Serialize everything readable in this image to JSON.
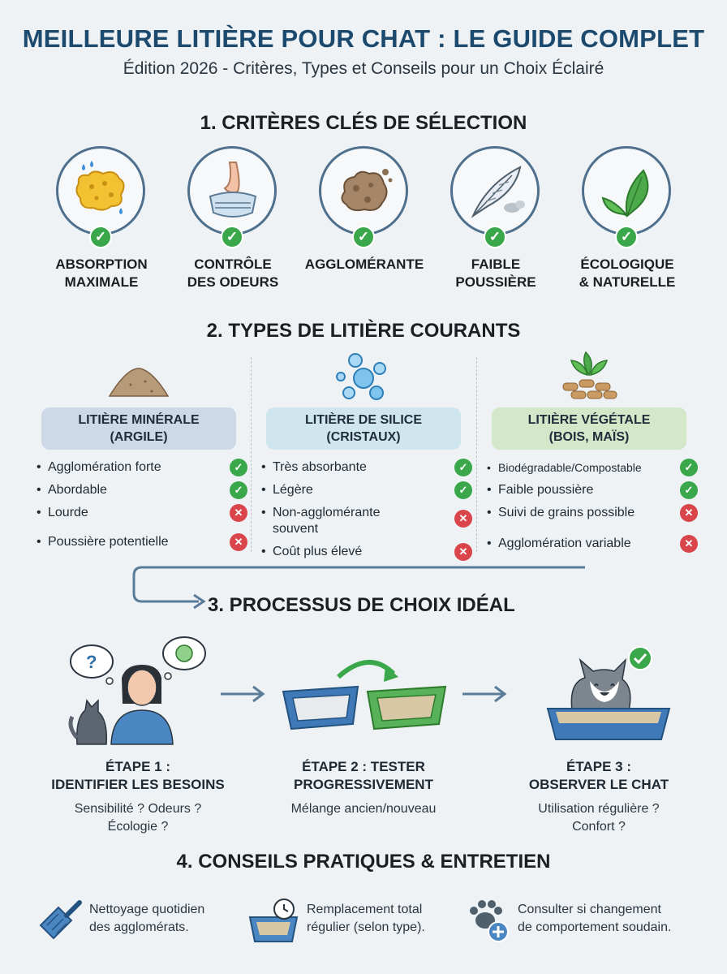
{
  "header": {
    "title": "MEILLEURE LITIÈRE POUR CHAT : LE GUIDE COMPLET",
    "subtitle": "Édition 2026 - Critères, Types et Conseils pour un Choix Éclairé"
  },
  "sections": {
    "criteria_title": "1. CRITÈRES CLÉS DE SÉLECTION",
    "types_title": "2. TYPES DE LITIÈRE COURANTS",
    "process_title": "3. PROCESSUS DE CHOIX IDÉAL",
    "tips_title": "4. CONSEILS PRATIQUES & ENTRETIEN"
  },
  "criteria": [
    {
      "line1": "ABSORPTION",
      "line2": "MAXIMALE",
      "icon": "sponge-icon"
    },
    {
      "line1": "CONTRÔLE",
      "line2": "DES ODEURS",
      "icon": "nose-mask-icon"
    },
    {
      "line1": "AGGLOMÉRANTE",
      "line2": "",
      "icon": "clump-icon"
    },
    {
      "line1": "FAIBLE",
      "line2": "POUSSIÈRE",
      "icon": "feather-icon"
    },
    {
      "line1": "ÉCOLOGIQUE",
      "line2": "& NATURELLE",
      "icon": "leaf-icon"
    }
  ],
  "types": [
    {
      "line1": "LITIÈRE MINÉRALE",
      "line2": "(ARGILE)",
      "items": [
        {
          "text": "Agglomération forte",
          "ok": true
        },
        {
          "text": "Abordable",
          "ok": true
        },
        {
          "text": "Lourde",
          "ok": false
        },
        {
          "text": "Poussière potentielle",
          "ok": false
        }
      ]
    },
    {
      "line1": "LITIÈRE DE SILICE",
      "line2": "(CRISTAUX)",
      "items": [
        {
          "text": "Très absorbante",
          "ok": true
        },
        {
          "text": "Légère",
          "ok": true
        },
        {
          "text": "Non-agglomérante souvent",
          "ok": false
        },
        {
          "text": "Coût plus élevé",
          "ok": false
        }
      ]
    },
    {
      "line1": "LITIÈRE VÉGÉTALE",
      "line2": "(BOIS, MAÏS)",
      "items": [
        {
          "text": "Biodégradable/Compostable",
          "ok": true
        },
        {
          "text": "Faible poussière",
          "ok": true
        },
        {
          "text": "Suivi de grains possible",
          "ok": false
        },
        {
          "text": "Agglomération variable",
          "ok": false
        }
      ]
    }
  ],
  "steps": [
    {
      "line1": "ÉTAPE 1 :",
      "line2": "IDENTIFIER LES BESOINS",
      "desc1": "Sensibilité ? Odeurs ?",
      "desc2": "Écologie ?"
    },
    {
      "line1": "ÉTAPE 2 : TESTER",
      "line2": "PROGRESSIVEMENT",
      "desc1": "Mélange ancien/nouveau",
      "desc2": ""
    },
    {
      "line1": "ÉTAPE 3 :",
      "line2": "OBSERVER LE CHAT",
      "desc1": "Utilisation régulière ?",
      "desc2": "Confort ?"
    }
  ],
  "tips": [
    {
      "line1": "Nettoyage quotidien",
      "line2": "des agglomérats.",
      "icon": "scoop-icon"
    },
    {
      "line1": "Remplacement total",
      "line2": "régulier (selon type).",
      "icon": "tray-clock-icon"
    },
    {
      "line1": "Consulter si changement",
      "line2": "de comportement soudain.",
      "icon": "paw-plus-icon"
    }
  ],
  "colors": {
    "title": "#1c4a6e",
    "ring": "#4f708c",
    "check_ok": "#3aa84a",
    "check_no": "#d9454a",
    "mineral_pill": "#cdd9e6",
    "silica_pill": "#cfe6ef",
    "vegetal_pill": "#d3e8c9"
  }
}
